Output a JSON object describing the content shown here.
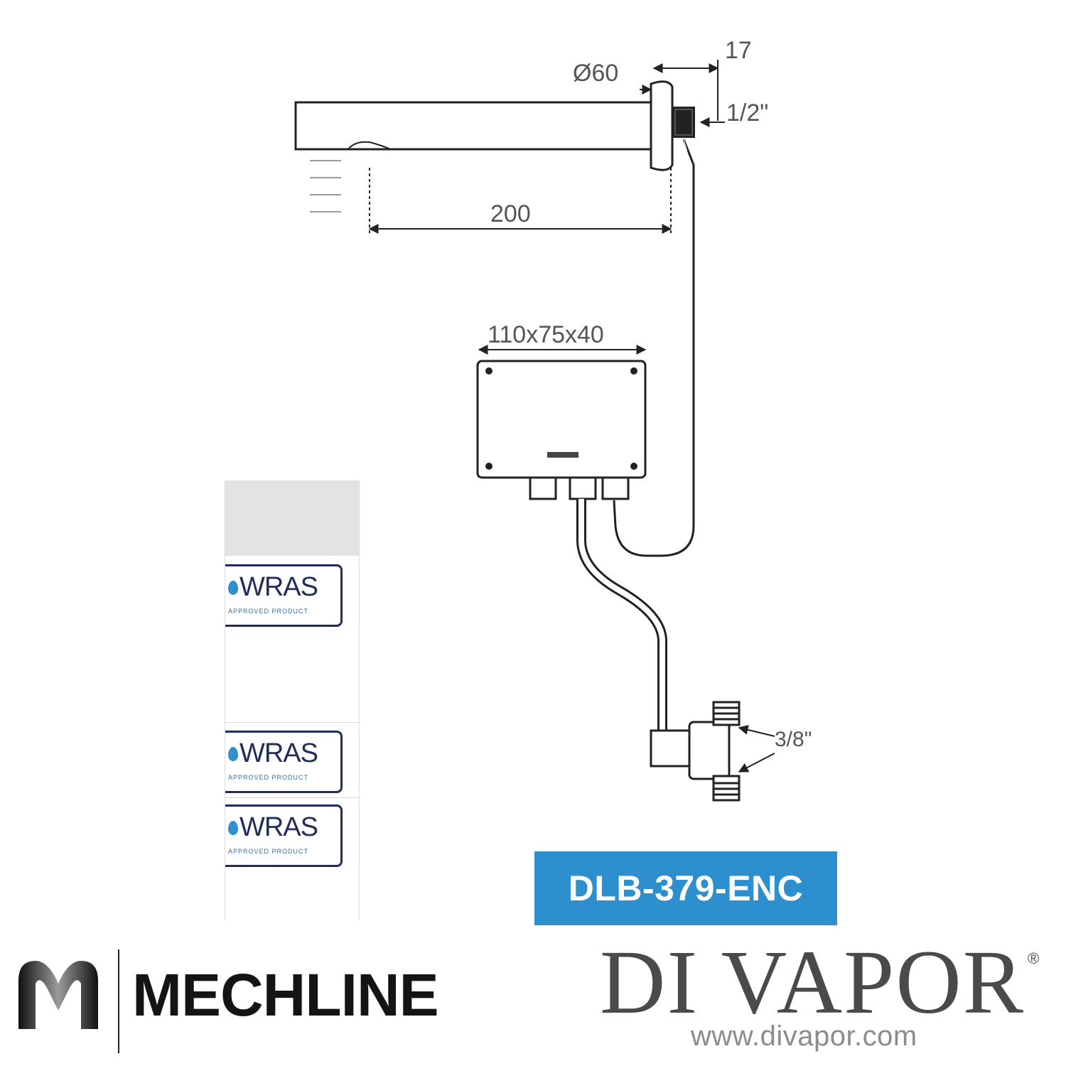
{
  "drawing": {
    "diameter_label": "Ø60",
    "depth_label": "17",
    "inlet_label": "1/2\"",
    "spout_length_label": "200",
    "box_size_label": "110x75x40",
    "valve_thread_label": "3/8\""
  },
  "certifications": {
    "badges": [
      {
        "word": "WRAS",
        "sub": "APPROVED PRODUCT"
      },
      {
        "word": "WRAS",
        "sub": "APPROVED PRODUCT"
      },
      {
        "word": "WRAS",
        "sub": "APPROVED PRODUCT"
      }
    ]
  },
  "product": {
    "model": "DLB-379-ENC"
  },
  "brands": {
    "manufacturer": "MECHLINE",
    "retailer": "DI VAPOR",
    "retailer_mark": "®",
    "retailer_url": "www.divapor.com"
  },
  "colors": {
    "badge_blue": "#2d8fce",
    "wras_navy": "#1f2f5a",
    "line": "#222222"
  }
}
